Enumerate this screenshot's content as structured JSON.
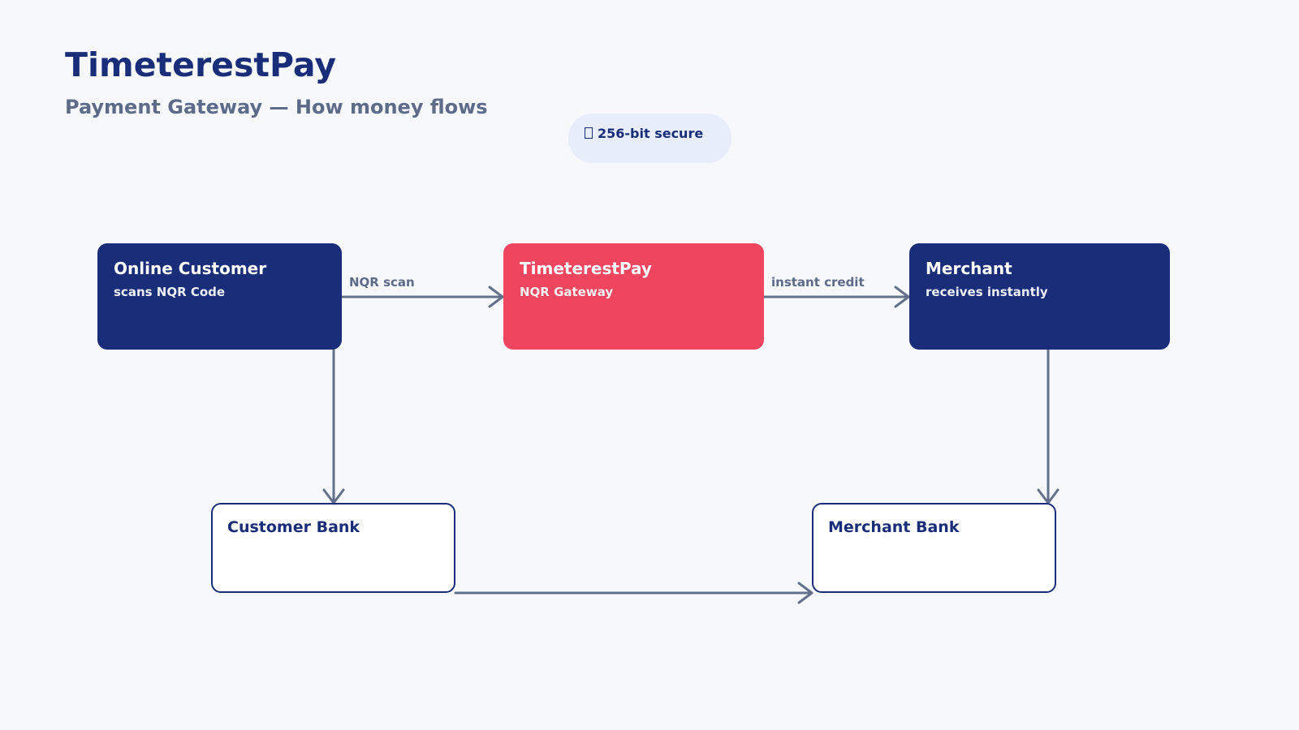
{
  "header": {
    "title": "TimeterestPay",
    "subtitle": "Payment Gateway — How money flows"
  },
  "badge": {
    "icon": "lock-icon",
    "text": "256-bit secure"
  },
  "nodes": {
    "online_customer": {
      "title": "Online Customer",
      "subtitle": "scans NQR Code"
    },
    "gateway": {
      "title": "TimeterestPay",
      "subtitle": "NQR Gateway"
    },
    "merchant": {
      "title": "Merchant",
      "subtitle": "receives instantly"
    },
    "customer_bank": {
      "title": "Customer Bank"
    },
    "merchant_bank": {
      "title": "Merchant Bank"
    }
  },
  "edges": {
    "customer_to_gateway": "NQR scan",
    "gateway_to_merchant": "instant credit"
  },
  "colors": {
    "navy": "#1a2d78",
    "accent_red": "#ef455f",
    "arrow_gray": "#647089",
    "background": "#f6f8fc",
    "badge_bg": "#e8edfa"
  }
}
